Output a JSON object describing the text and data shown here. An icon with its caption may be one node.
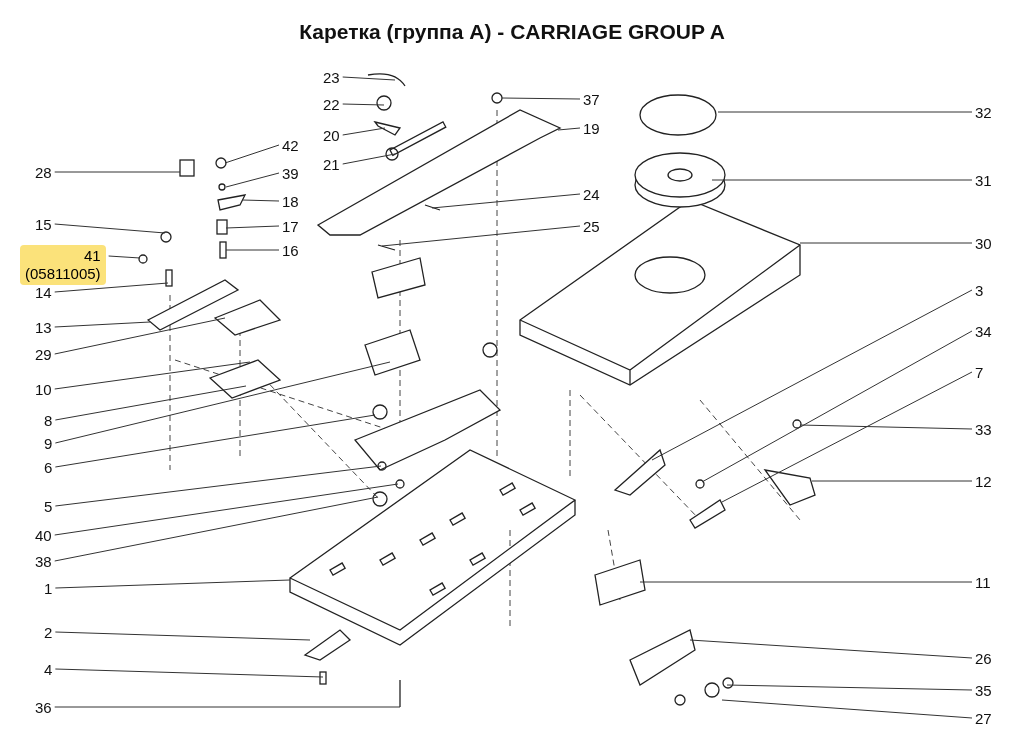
{
  "diagram": {
    "title": "Каретка (группа А) - CARRIAGE GROUP A",
    "nodes": [
      {
        "text": [
          "23"
        ]
      },
      {
        "text": [
          "22"
        ]
      },
      {
        "text": [
          "20"
        ]
      },
      {
        "text": [
          "21"
        ]
      },
      {
        "text": [
          "28"
        ]
      },
      {
        "text": [
          "42"
        ]
      },
      {
        "text": [
          "39"
        ]
      },
      {
        "text": [
          "18"
        ]
      },
      {
        "text": [
          "15"
        ]
      },
      {
        "text": [
          "17"
        ]
      },
      {
        "text": [
          "16"
        ]
      },
      {
        "text": [
          "41",
          "(05811005)"
        ]
      },
      {
        "text": [
          "14"
        ]
      },
      {
        "text": [
          "13"
        ]
      },
      {
        "text": [
          "29"
        ]
      },
      {
        "text": [
          "10"
        ]
      },
      {
        "text": [
          "8"
        ]
      },
      {
        "text": [
          "9"
        ]
      },
      {
        "text": [
          "6"
        ]
      },
      {
        "text": [
          "5"
        ]
      },
      {
        "text": [
          "40"
        ]
      },
      {
        "text": [
          "38"
        ]
      },
      {
        "text": [
          "1"
        ]
      },
      {
        "text": [
          "2"
        ]
      },
      {
        "text": [
          "4"
        ]
      },
      {
        "text": [
          "36"
        ]
      },
      {
        "text": [
          "37"
        ]
      },
      {
        "text": [
          "19"
        ]
      },
      {
        "text": [
          "24"
        ]
      },
      {
        "text": [
          "25"
        ]
      },
      {
        "text": [
          "32"
        ]
      },
      {
        "text": [
          "31"
        ]
      },
      {
        "text": [
          "30"
        ]
      },
      {
        "text": [
          "3"
        ]
      },
      {
        "text": [
          "34"
        ]
      },
      {
        "text": [
          "7"
        ]
      },
      {
        "text": [
          "33"
        ]
      },
      {
        "text": [
          "12"
        ]
      },
      {
        "text": [
          "11"
        ]
      },
      {
        "text": [
          "26"
        ]
      },
      {
        "text": [
          "35"
        ]
      },
      {
        "text": [
          "27"
        ]
      }
    ],
    "edges": [
      {
        "from": 0,
        "to": null,
        "arrow": "none"
      },
      {
        "from": 1,
        "to": null,
        "arrow": "none"
      },
      {
        "from": 2,
        "to": null,
        "arrow": "none"
      },
      {
        "from": 3,
        "to": null,
        "arrow": "none"
      },
      {
        "from": 4,
        "to": null,
        "arrow": "none"
      },
      {
        "from": 5,
        "to": null,
        "arrow": "none"
      },
      {
        "from": 6,
        "to": null,
        "arrow": "none"
      },
      {
        "from": 7,
        "to": null,
        "arrow": "none"
      },
      {
        "from": 8,
        "to": null,
        "arrow": "none"
      },
      {
        "from": 9,
        "to": null,
        "arrow": "none"
      },
      {
        "from": 10,
        "to": null,
        "arrow": "none"
      },
      {
        "from": 11,
        "to": null,
        "arrow": "none"
      },
      {
        "from": 12,
        "to": null,
        "arrow": "none"
      },
      {
        "from": 13,
        "to": null,
        "arrow": "none"
      },
      {
        "from": 14,
        "to": null,
        "arrow": "none"
      },
      {
        "from": 15,
        "to": null,
        "arrow": "none"
      },
      {
        "from": 16,
        "to": null,
        "arrow": "none"
      },
      {
        "from": 17,
        "to": null,
        "arrow": "none"
      },
      {
        "from": 18,
        "to": null,
        "arrow": "none"
      },
      {
        "from": 19,
        "to": null,
        "arrow": "none"
      },
      {
        "from": 20,
        "to": null,
        "arrow": "none"
      },
      {
        "from": 21,
        "to": null,
        "arrow": "none"
      },
      {
        "from": 22,
        "to": null,
        "arrow": "none"
      },
      {
        "from": 23,
        "to": null,
        "arrow": "none"
      },
      {
        "from": 24,
        "to": null,
        "arrow": "none"
      },
      {
        "from": 25,
        "to": null,
        "arrow": "none"
      },
      {
        "from": 26,
        "to": null,
        "arrow": "none"
      },
      {
        "from": 27,
        "to": null,
        "arrow": "none"
      },
      {
        "from": 28,
        "to": null,
        "arrow": "none"
      },
      {
        "from": 29,
        "to": null,
        "arrow": "none"
      },
      {
        "from": 30,
        "to": null,
        "arrow": "none"
      },
      {
        "from": 31,
        "to": null,
        "arrow": "none"
      },
      {
        "from": 32,
        "to": null,
        "arrow": "none"
      },
      {
        "from": 33,
        "to": null,
        "arrow": "none"
      },
      {
        "from": 34,
        "to": null,
        "arrow": "none"
      },
      {
        "from": 35,
        "to": null,
        "arrow": "none"
      },
      {
        "from": 36,
        "to": null,
        "arrow": "none"
      },
      {
        "from": 37,
        "to": null,
        "arrow": "none"
      },
      {
        "from": 38,
        "to": null,
        "arrow": "none"
      },
      {
        "from": 39,
        "to": null,
        "arrow": "none"
      },
      {
        "from": 40,
        "to": null,
        "arrow": "none"
      },
      {
        "from": 41,
        "to": null,
        "arrow": "none"
      }
    ]
  }
}
